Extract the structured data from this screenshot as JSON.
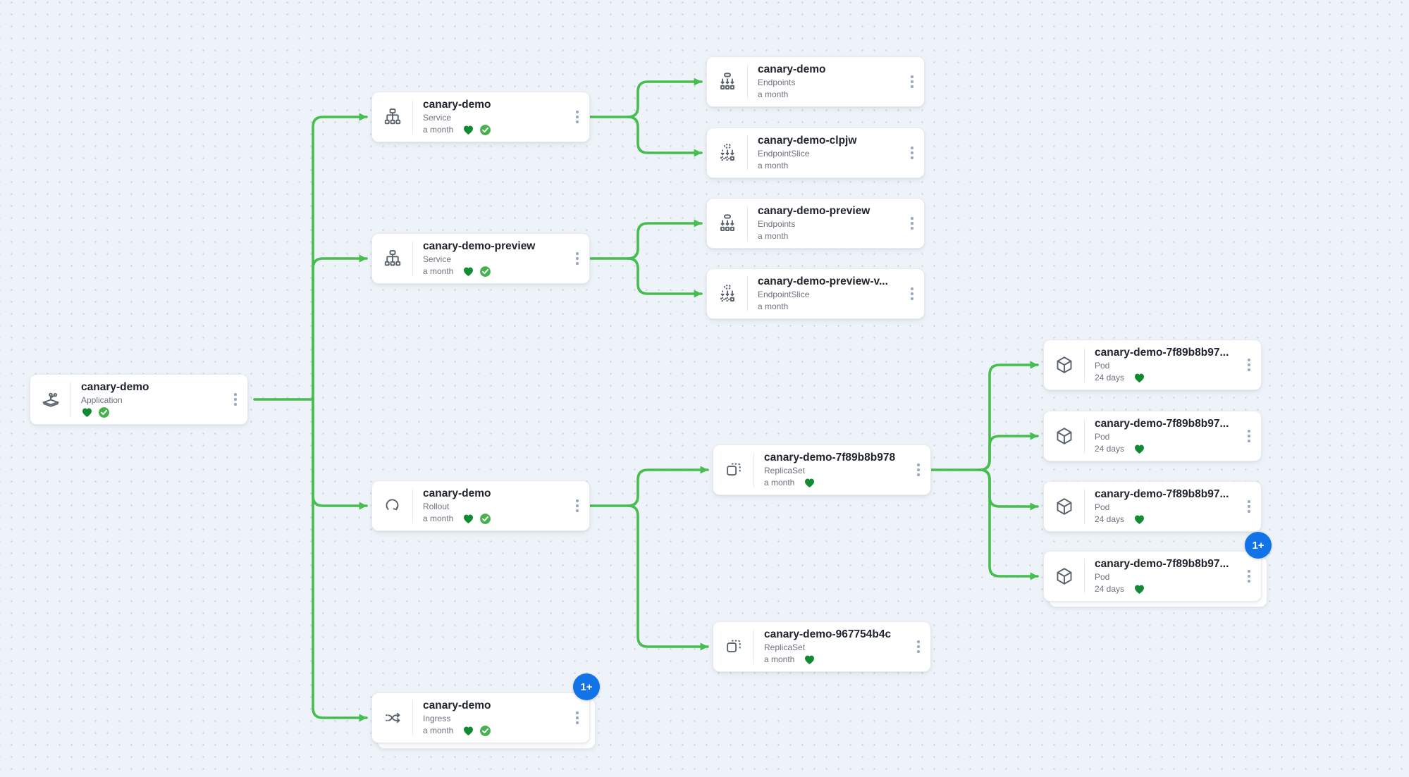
{
  "app_context": "resource-tree-graph",
  "colors": {
    "connector": "#46be4e",
    "heart": "#118a33",
    "check": "#46b14e",
    "badge-blue": "#1273e8",
    "icon": "#59616b",
    "canvas-bg": "#edf3f8"
  },
  "badge": {
    "label": "1+"
  },
  "nodes": [
    {
      "title": "canary-demo",
      "kind": "Application",
      "age": ""
    },
    {
      "title": "canary-demo",
      "kind": "Service",
      "age": "a month"
    },
    {
      "title": "canary-demo-preview",
      "kind": "Service",
      "age": "a month"
    },
    {
      "title": "canary-demo",
      "kind": "Rollout",
      "age": "a month"
    },
    {
      "title": "canary-demo",
      "kind": "Ingress",
      "age": "a month"
    },
    {
      "title": "canary-demo",
      "kind": "Endpoints",
      "age": "a month"
    },
    {
      "title": "canary-demo-clpjw",
      "kind": "EndpointSlice",
      "age": "a month"
    },
    {
      "title": "canary-demo-preview",
      "kind": "Endpoints",
      "age": "a month"
    },
    {
      "title": "canary-demo-preview-v...",
      "kind": "EndpointSlice",
      "age": "a month"
    },
    {
      "title": "canary-demo-7f89b8b978",
      "kind": "ReplicaSet",
      "age": "a month"
    },
    {
      "title": "canary-demo-967754b4c",
      "kind": "ReplicaSet",
      "age": "a month"
    },
    {
      "title": "canary-demo-7f89b8b97...",
      "kind": "Pod",
      "age": "24 days"
    },
    {
      "title": "canary-demo-7f89b8b97...",
      "kind": "Pod",
      "age": "24 days"
    },
    {
      "title": "canary-demo-7f89b8b97...",
      "kind": "Pod",
      "age": "24 days"
    },
    {
      "title": "canary-demo-7f89b8b97...",
      "kind": "Pod",
      "age": "24 days"
    }
  ]
}
